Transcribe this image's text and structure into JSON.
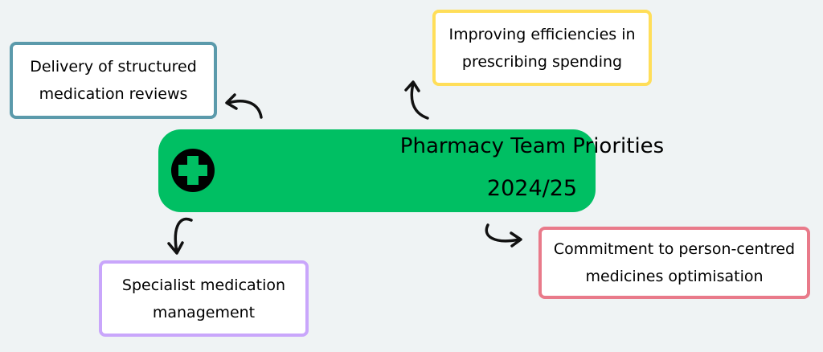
{
  "center": {
    "title": "Pharmacy Team Priorities",
    "year": "2024/25",
    "icon": "medical-cross-icon"
  },
  "priorities": [
    {
      "text": "Delivery of structured medication reviews",
      "color": "#5b9aab"
    },
    {
      "text": "Improving efficiencies in prescribing spending",
      "color": "#ffde59"
    },
    {
      "text": "Specialist medication management",
      "color": "#c9a6fb"
    },
    {
      "text": "Commitment to person-centred medicines optimisation",
      "color": "#e97a8a"
    }
  ],
  "colors": {
    "background": "#eff3f4",
    "center": "#00bf63"
  }
}
